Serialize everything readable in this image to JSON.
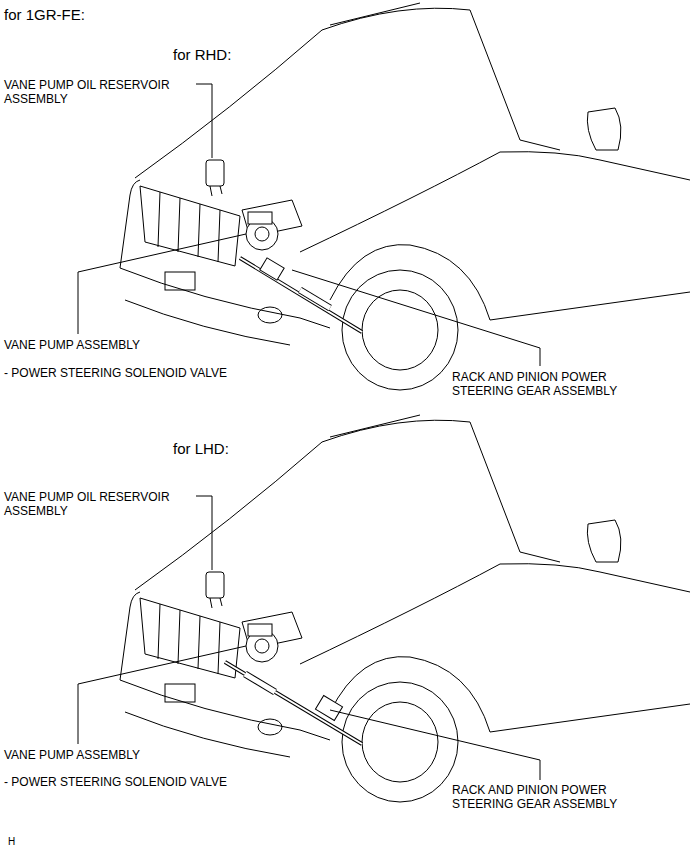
{
  "diagram": {
    "labels": [
      "for 1GR-FE:",
      "for RHD:",
      "VANE PUMP OIL RESERVOIR ASSEMBLY",
      "VANE PUMP ASSEMBLY",
      "- POWER STEERING SOLENOID VALVE",
      "RACK AND PINION POWER STEERING GEAR ASSEMBLY",
      "for LHD:",
      "VANE PUMP OIL RESERVOIR ASSEMBLY",
      "VANE PUMP ASSEMBLY",
      "- POWER STEERING SOLENOID VALVE",
      "RACK AND PINION POWER STEERING GEAR ASSEMBLY",
      "H"
    ]
  }
}
